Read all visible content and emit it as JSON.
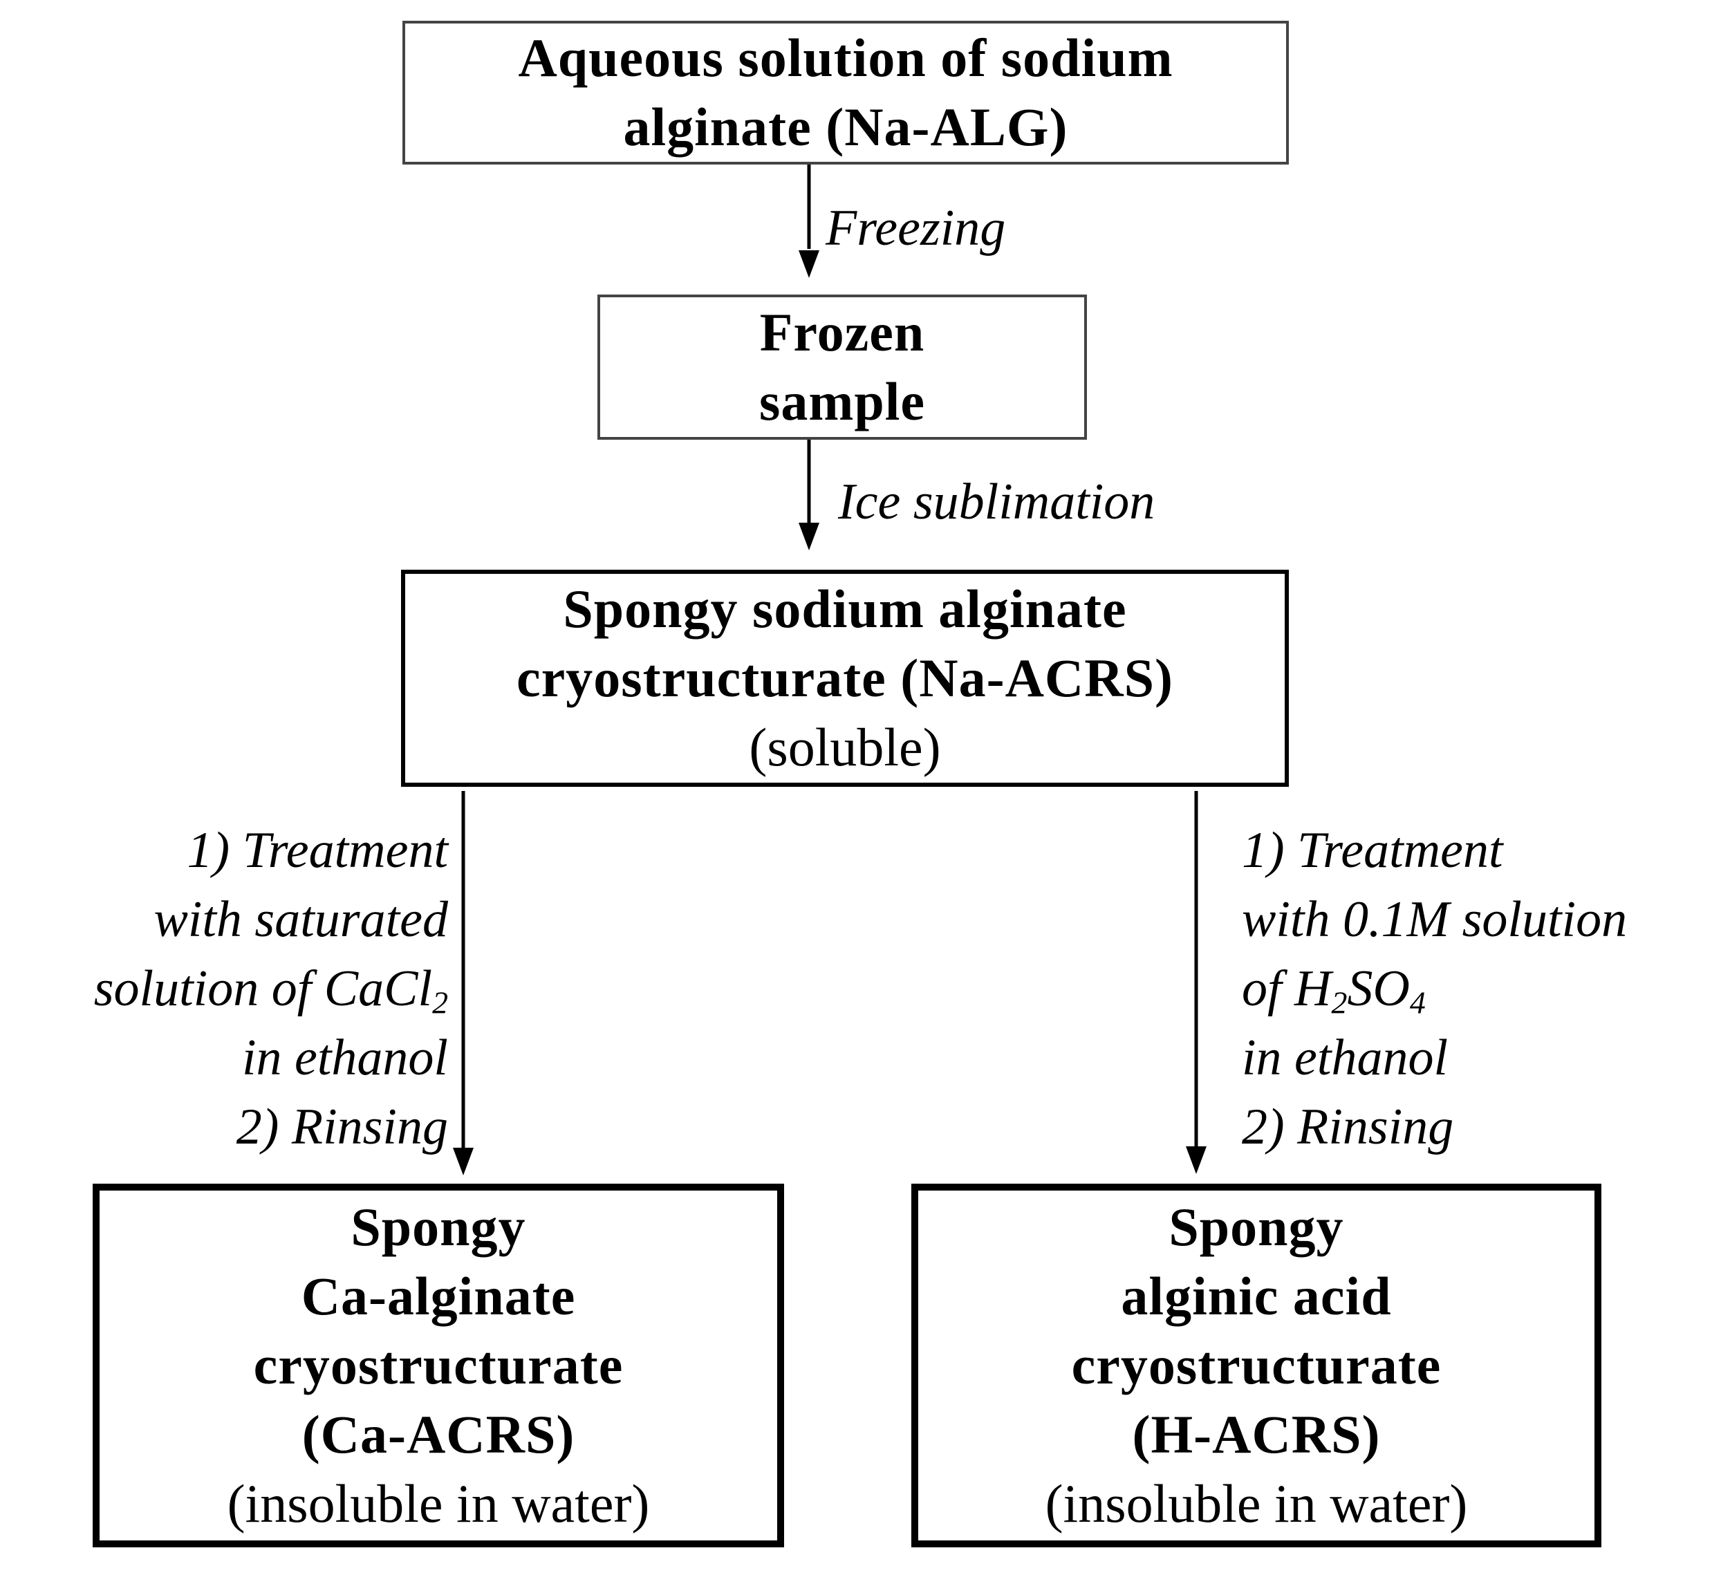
{
  "nodes": {
    "aqueous": {
      "lines": [
        "Aqueous solution of sodium",
        "alginate (Na-ALG)"
      ]
    },
    "frozen": {
      "lines": [
        "Frozen",
        "sample"
      ]
    },
    "spongy_na": {
      "lines": [
        "Spongy sodium alginate",
        "cryostructurate (Na-ACRS)"
      ],
      "note": "(soluble)"
    },
    "ca_acrs": {
      "lines": [
        "Spongy",
        "Ca-alginate",
        "cryostructurate",
        "(Ca-ACRS)"
      ],
      "note": "(insoluble in water)"
    },
    "h_acrs": {
      "lines": [
        "Spongy",
        "alginic acid",
        "cryostructurate",
        "(H-ACRS)"
      ],
      "note": "(insoluble in water)"
    }
  },
  "edges": {
    "freezing": "Freezing",
    "ice_sublimation": "Ice sublimation",
    "to_ca": {
      "line1": "1) Treatment",
      "line2": "with saturated",
      "line3_prefix": "solution of CaCl",
      "line3_sub": "2",
      "line4": "in ethanol",
      "line5": "2) Rinsing"
    },
    "to_h": {
      "line1": "1) Treatment",
      "line2": "with 0.1M solution",
      "line3_a": "of H",
      "line3_sub1": "2",
      "line3_b": "SO",
      "line3_sub2": "4",
      "line4": "in ethanol",
      "line5": "2) Rinsing"
    }
  }
}
